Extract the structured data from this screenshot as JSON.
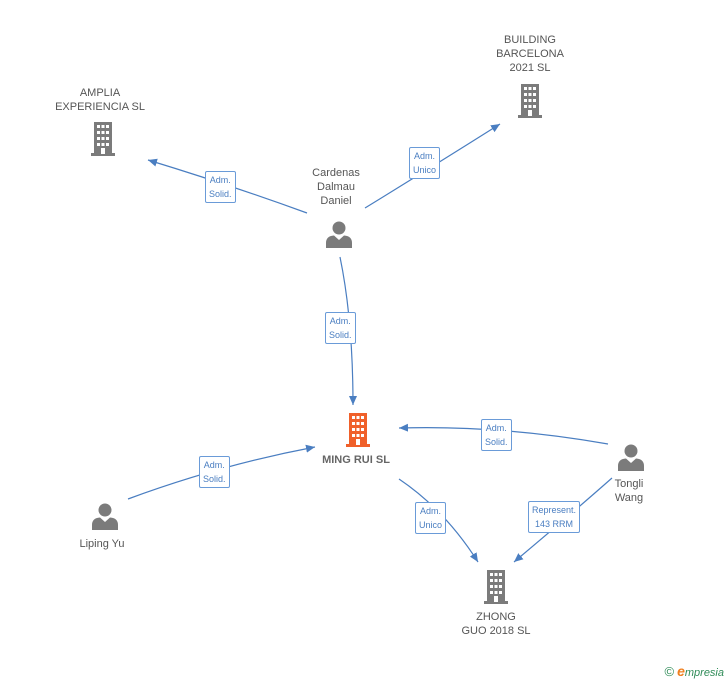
{
  "colors": {
    "edge": "#4a7ec1",
    "company": "#7b7b7b",
    "main_company": "#f0602a",
    "person": "#7b7b7b"
  },
  "nodes": {
    "amplia": {
      "label": "AMPLIA\nEXPERIENCIA SL",
      "type": "company"
    },
    "building": {
      "label": "BUILDING\nBARCELONA\n2021  SL",
      "type": "company"
    },
    "cardenas": {
      "label": "Cardenas\nDalmau\nDaniel",
      "type": "person"
    },
    "ming_rui": {
      "label": "MING RUI  SL",
      "type": "main-company"
    },
    "tongli": {
      "label": "Tongli\nWang",
      "type": "person"
    },
    "liping": {
      "label": "Liping Yu",
      "type": "person"
    },
    "zhong": {
      "label": "ZHONG\nGUO 2018  SL",
      "type": "company"
    }
  },
  "edges": {
    "cardenas_amplia": "Adm.\nSolid.",
    "cardenas_building": "Adm.\nUnico",
    "cardenas_ming": "Adm.\nSolid.",
    "tongli_ming": "Adm.\nSolid.",
    "liping_ming": "Adm.\nSolid.",
    "ming_zhong": "Adm.\nUnico",
    "tongli_zhong": "Represent.\n143 RRM"
  },
  "footer": {
    "copyright": "©",
    "brand_initial": "e",
    "brand_rest": "mpresia"
  }
}
